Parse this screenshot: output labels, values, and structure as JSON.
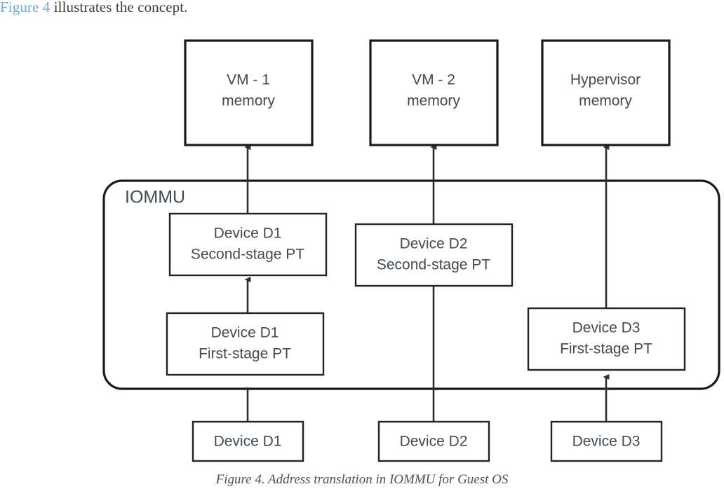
{
  "page": {
    "intro_prefix": "Figure 4",
    "intro_rest": " illustrates the concept.",
    "caption": "Figure 4. Address translation in IOMMU for Guest OS",
    "link_color": "#6fa8dc",
    "text_color": "#434a50",
    "stroke_color": "#1a1a1a",
    "background": "#ffffff"
  },
  "diagram": {
    "type": "block-diagram",
    "container": {
      "label": "IOMMU"
    },
    "memory_boxes": [
      {
        "line1": "VM - 1",
        "line2": "memory"
      },
      {
        "line1": "VM - 2",
        "line2": "memory"
      },
      {
        "line1": "Hypervisor",
        "line2": "memory"
      }
    ],
    "second_stage_boxes": [
      {
        "line1": "Device D1",
        "line2": "Second-stage PT"
      },
      {
        "line1": "Device D2",
        "line2": "Second-stage PT"
      }
    ],
    "first_stage_boxes": [
      {
        "line1": "Device D1",
        "line2": "First-stage PT"
      },
      {
        "line1": "Device D3",
        "line2": "First-stage PT"
      }
    ],
    "device_boxes": [
      {
        "line1": "Device D1"
      },
      {
        "line1": "Device D2"
      },
      {
        "line1": "Device D3"
      }
    ]
  }
}
